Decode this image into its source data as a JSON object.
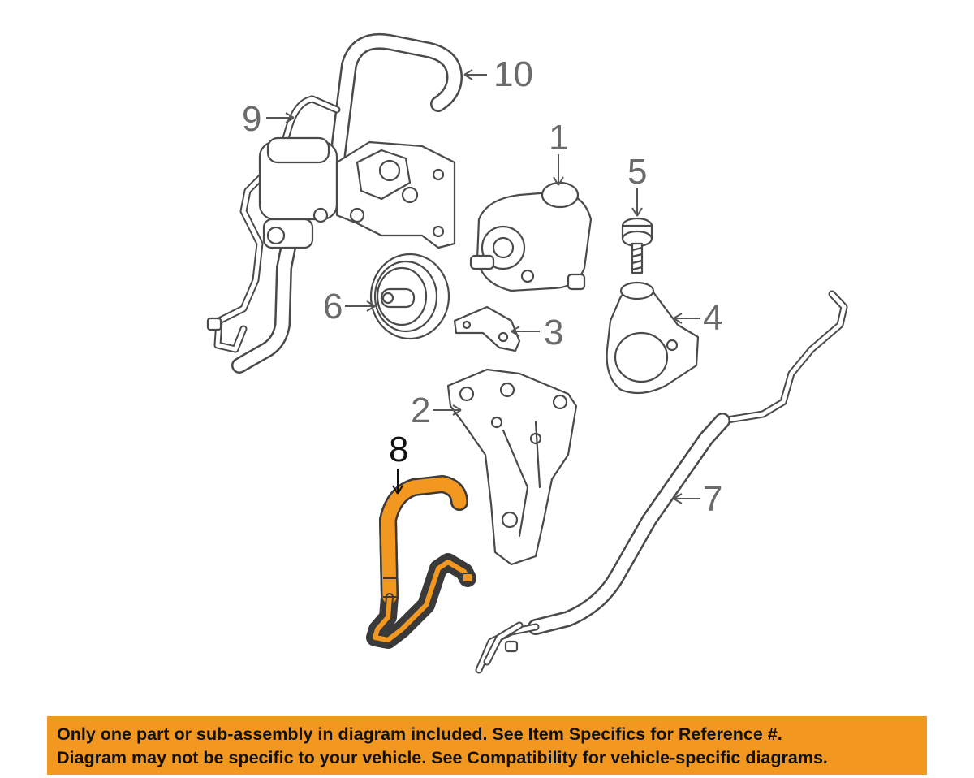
{
  "diagram": {
    "callouts": [
      {
        "id": "1",
        "label": "1"
      },
      {
        "id": "2",
        "label": "2"
      },
      {
        "id": "3",
        "label": "3"
      },
      {
        "id": "4",
        "label": "4"
      },
      {
        "id": "5",
        "label": "5"
      },
      {
        "id": "6",
        "label": "6"
      },
      {
        "id": "7",
        "label": "7"
      },
      {
        "id": "8",
        "label": "8",
        "highlighted": true
      },
      {
        "id": "9",
        "label": "9"
      },
      {
        "id": "10",
        "label": "10"
      }
    ],
    "highlight_color": "#f2971f",
    "line_color": "#4a4a4a"
  },
  "banner": {
    "line1": "Only one part or sub-assembly in diagram included. See Item Specifics for Reference #.",
    "line2": "Diagram may not be specific to your vehicle. See Compatibility for vehicle-specific diagrams.",
    "background": "#f2971f"
  }
}
